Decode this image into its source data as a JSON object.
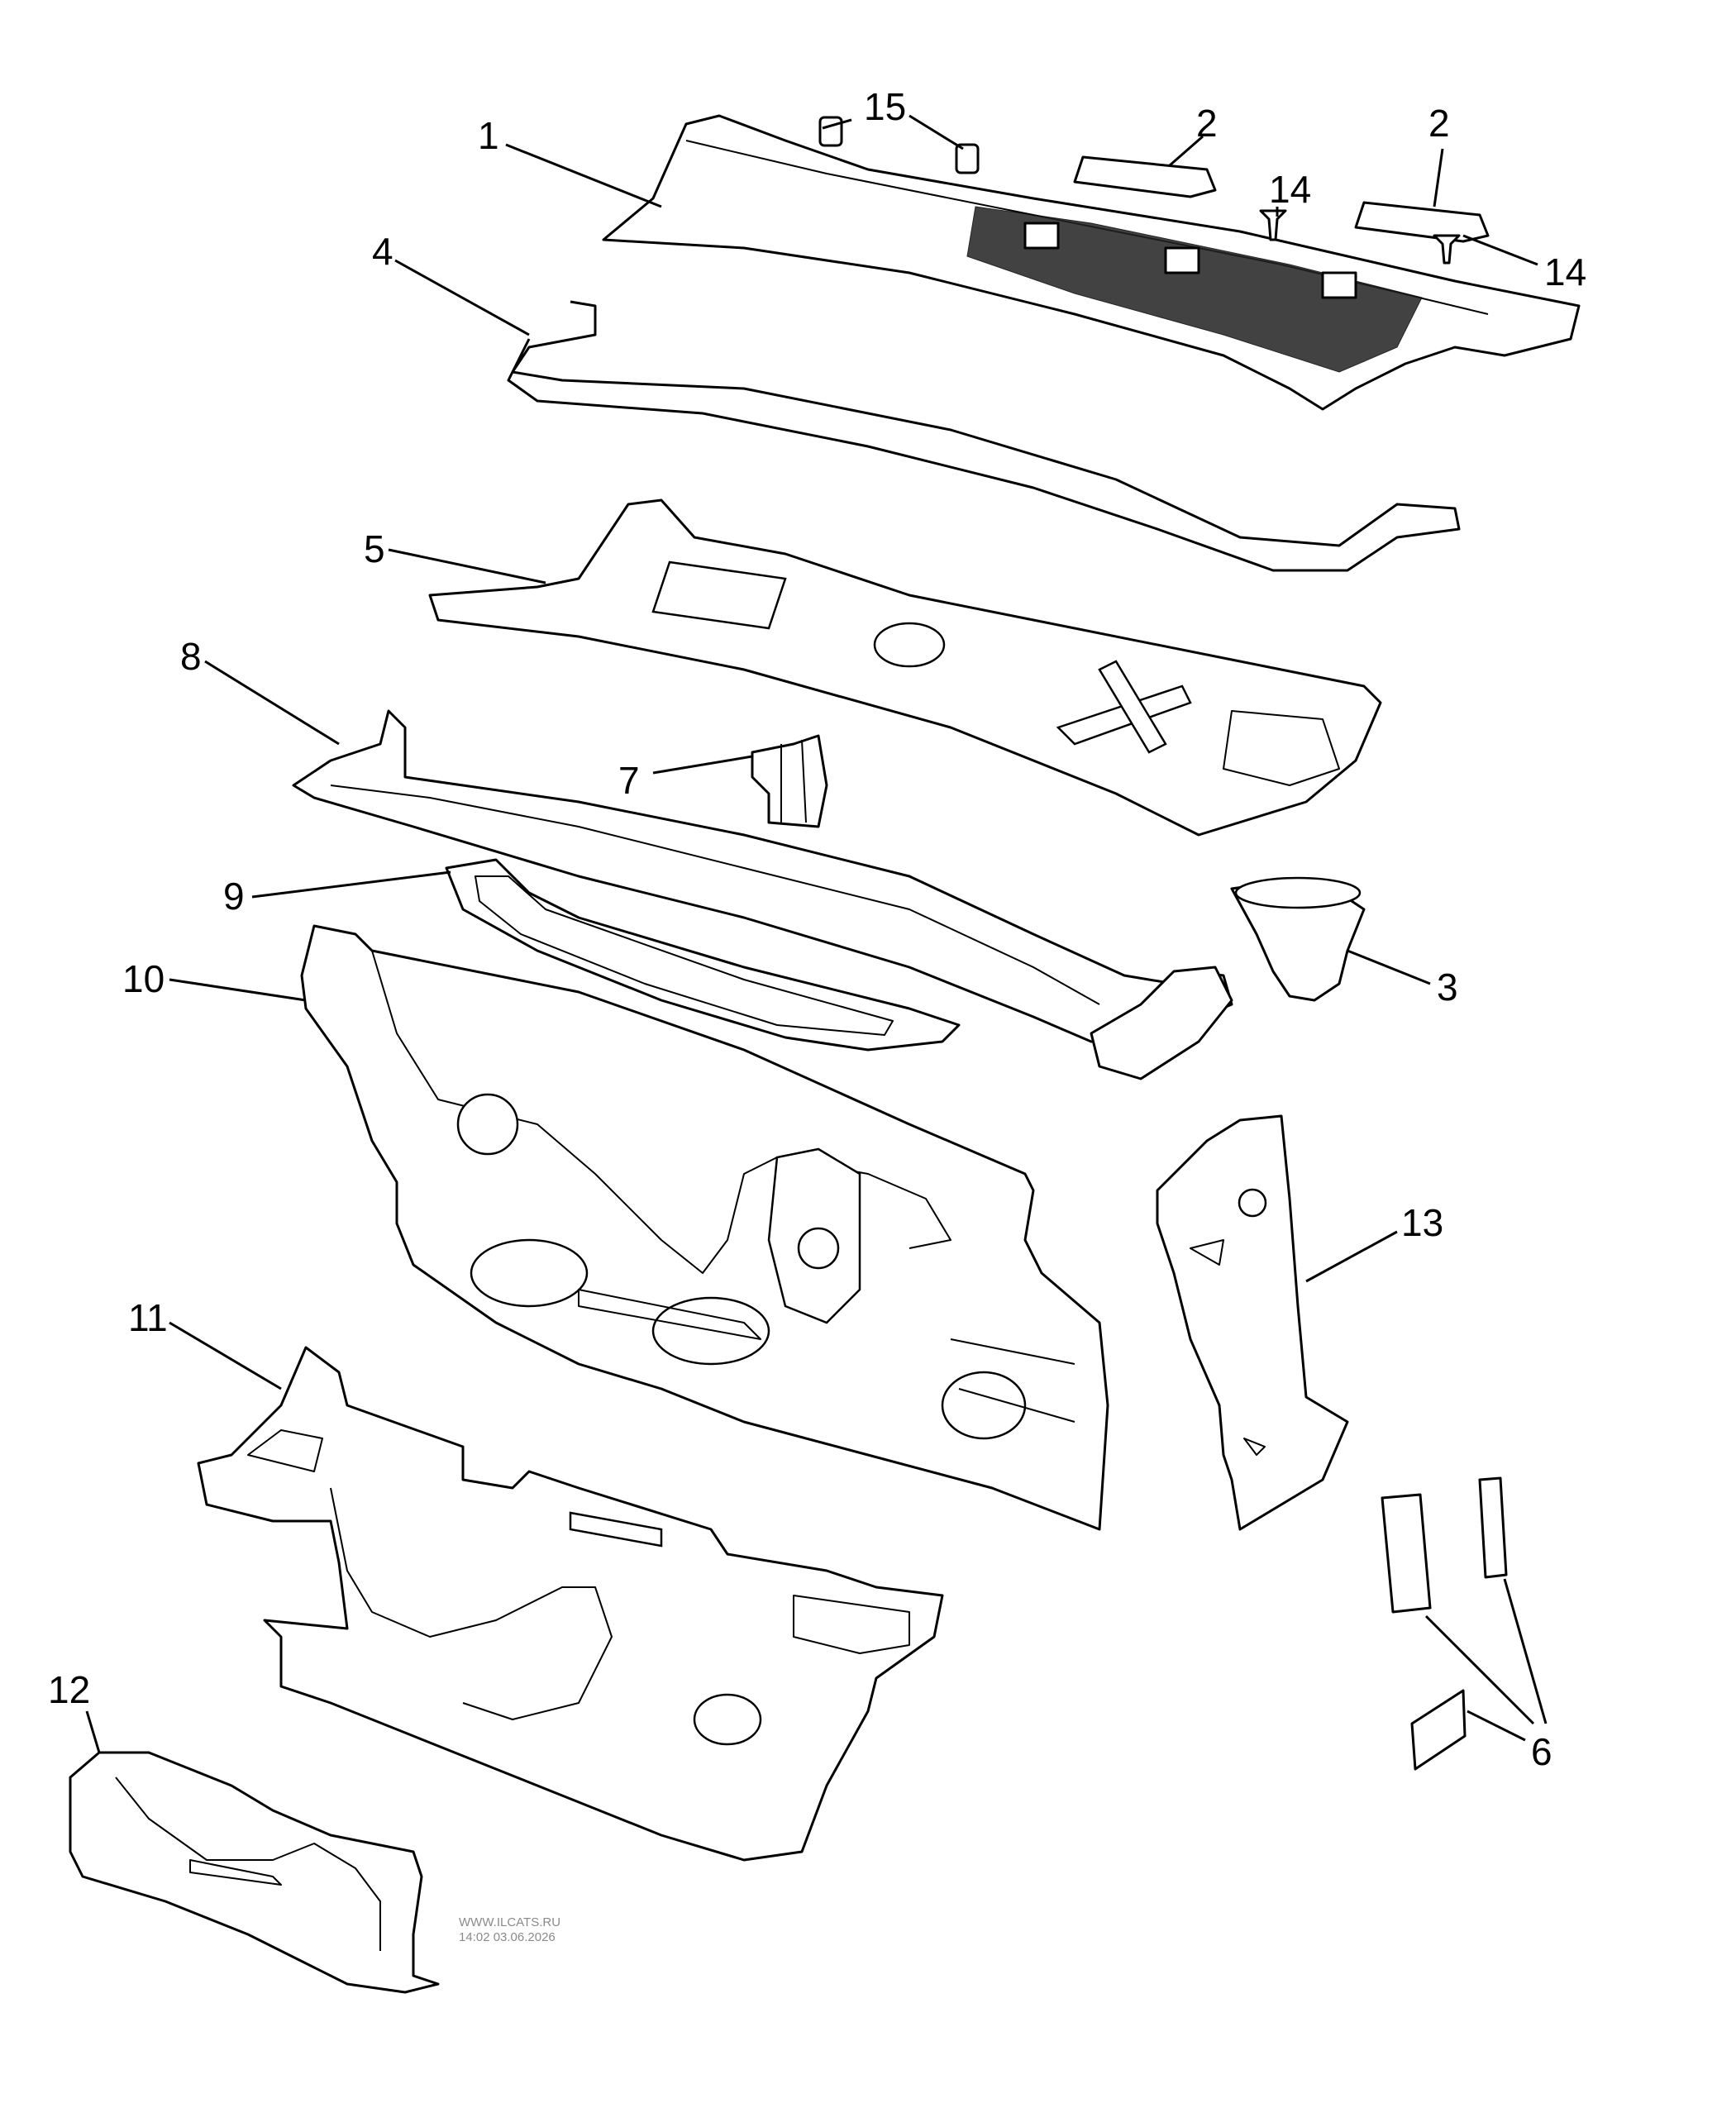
{
  "callouts": {
    "c1": "1",
    "c2a": "2",
    "c2b": "2",
    "c3": "3",
    "c4": "4",
    "c5": "5",
    "c6": "6",
    "c7": "7",
    "c8": "8",
    "c9": "9",
    "c10": "10",
    "c11": "11",
    "c12": "12",
    "c13": "13",
    "c14a": "14",
    "c14b": "14",
    "c15": "15"
  },
  "watermark": {
    "line1": "WWW.ILCATS.RU",
    "line2": "14:02 03.06.2026"
  }
}
